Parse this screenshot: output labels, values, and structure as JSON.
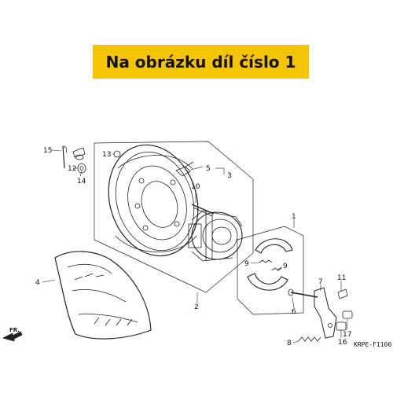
{
  "banner": {
    "text": "Na obrázku díl číslo 1",
    "color": "#f5c400"
  },
  "diagram_code": "KRPE-F1100",
  "direction_label": "FR.",
  "callouts": [
    "15",
    "12",
    "14",
    "13",
    "5",
    "3",
    "10",
    "1",
    "9",
    "9",
    "4",
    "2",
    "7",
    "11",
    "6",
    "17",
    "16",
    "8"
  ]
}
